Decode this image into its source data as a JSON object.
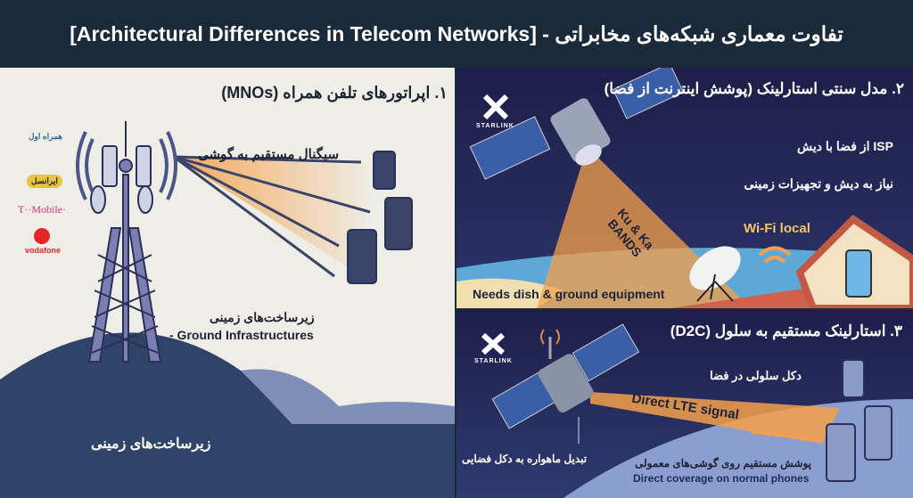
{
  "header": {
    "title": "تفاوت معماری شبکه‌های مخابراتی - [Architectural Differences in Telecom Networks]"
  },
  "panel1": {
    "heading": "۱. اپراتورهای تلفن همراه (MNOs)",
    "signal_label": "سیگنال مستقیم به گوشی",
    "infra_fa": "زیرساخت‌های زمینی",
    "infra_en": "- Ground Infrastructures",
    "ground_label": "زیرساخت‌های زمینی",
    "logos": [
      "همراه اول",
      "ایرانسل",
      "T··Mobile·",
      "vodafone"
    ]
  },
  "panel2": {
    "heading": "۲. مدل سنتی استارلینک (پوشش اینترنت از فضا)",
    "brand": "STARLINK",
    "isp_label": "ISP از فضا با دیش",
    "needs_fa": "نیاز به دیش و تجهیزات زمینی",
    "bands": "Ku & Ka BANDS",
    "wifi": "Wi-Fi local",
    "needs_en": "Needs dish & ground equipment"
  },
  "panel3": {
    "heading": "۳. استارلینک مستقیم به سلول (D2C)",
    "brand": "STARLINK",
    "tower_in_space": "دکل سلولی در فضا",
    "lte": "Direct LTE signal",
    "sat_label": "تبدیل ماهواره به دکل فضایی",
    "coverage_fa": "پوشش مستقیم روی گوشی‌های معمولی",
    "coverage_en": "Direct coverage on normal phones"
  },
  "colors": {
    "header": "#1b2a3a",
    "panel_light": "#eeede6",
    "navy": "#1f2150",
    "beam": "#f5a04a",
    "hill": "#2f4468"
  }
}
